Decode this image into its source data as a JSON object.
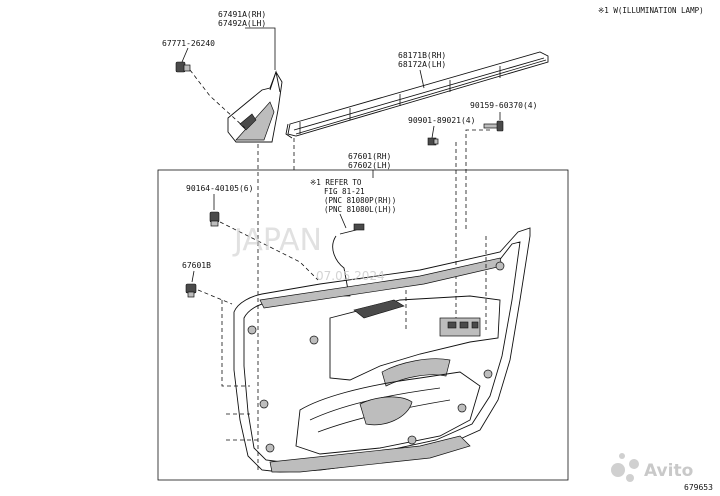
{
  "header": {
    "legend_note": "※1 W(ILLUMINATION LAMP)"
  },
  "parts": {
    "corner_piece_rh": "67491A(RH)",
    "corner_piece_lh": "67492A(LH)",
    "clip_corner": "67771-26240",
    "weatherstrip_rh": "68171B(RH)",
    "weatherstrip_lh": "68172A(LH)",
    "screw_a": "90159-60370(4)",
    "screw_b": "90901-89021(4)",
    "panel_rh": "67601(RH)",
    "panel_lh": "67602(LH)",
    "clip_panel": "90164-40105(6)",
    "clip_b": "67601B"
  },
  "refer": {
    "line1": "※1 REFER TO",
    "line2": "FIG 81-21",
    "line3": "(PNC 81080P(RH))",
    "line4": "(PNC 81080L(LH))"
  },
  "watermark": {
    "brand": "JAPAN",
    "date": "07.05.2024",
    "avito": "Avito"
  },
  "footer": {
    "diagram_number": "679653"
  }
}
